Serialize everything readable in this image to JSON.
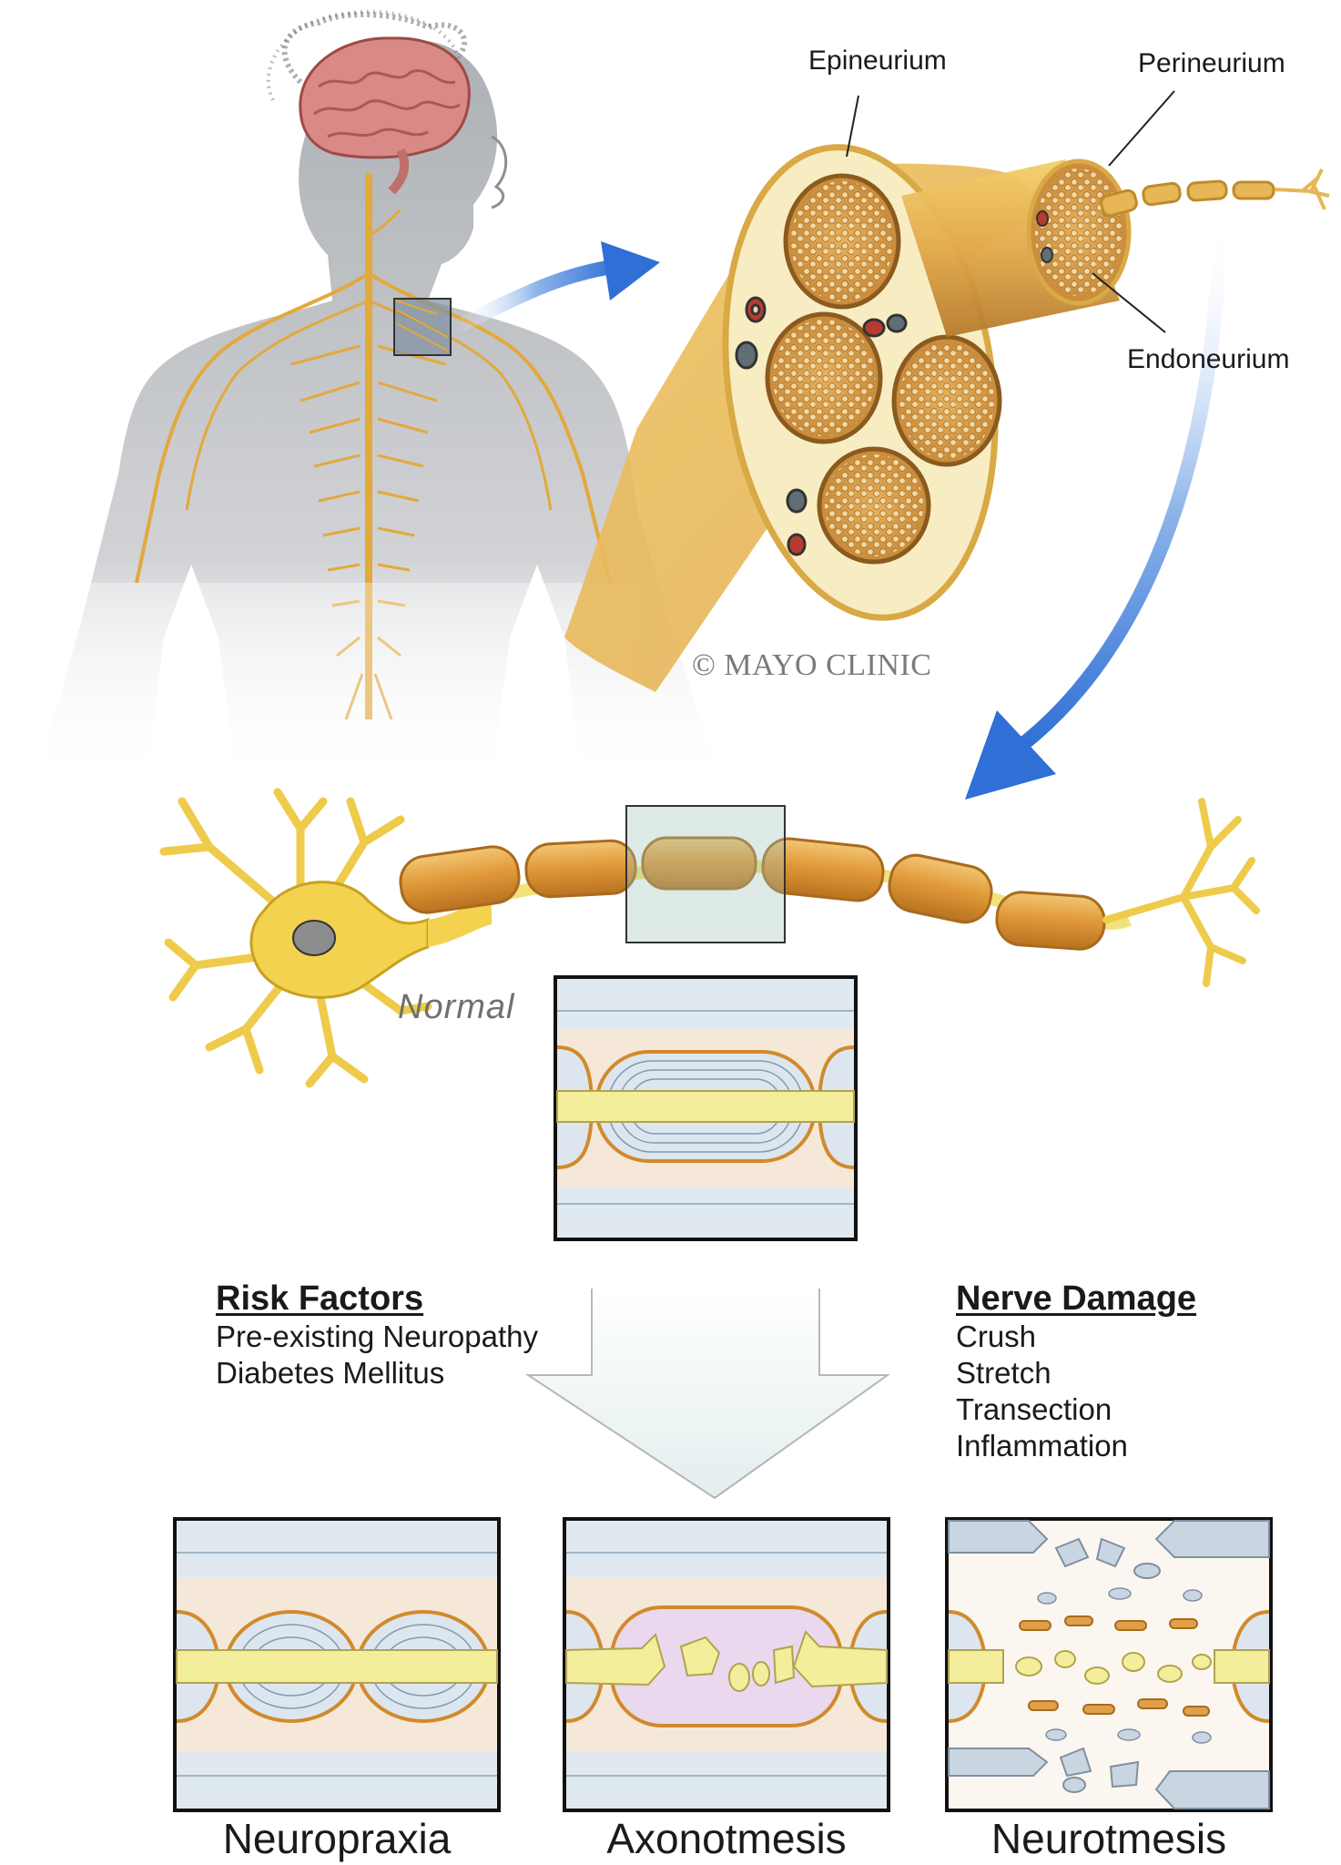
{
  "labels": {
    "epineurium": "Epineurium",
    "perineurium": "Perineurium",
    "endoneurium": "Endoneurium",
    "copyright": "© MAYO CLINIC",
    "normal": "Normal"
  },
  "risk_factors": {
    "heading": "Risk Factors",
    "items": [
      "Pre-existing Neuropathy",
      "Diabetes Mellitus"
    ]
  },
  "nerve_damage": {
    "heading": "Nerve Damage",
    "items": [
      "Crush",
      "Stretch",
      "Transection",
      "Inflammation"
    ]
  },
  "outcomes": [
    "Neuropraxia",
    "Axonotmesis",
    "Neurotmesis"
  ],
  "colors": {
    "nerve_yellow": "#e8b63a",
    "myelin_orange": "#d18a2c",
    "arrow_blue": "#2f6fd6",
    "body_gray": "#b9bcc0",
    "brain_pink": "#d98a86",
    "axon_yellow": "#f2ee9c",
    "panel_bg": "#f6e8d8",
    "sheath_blue": "#c9dbe6",
    "axon_purple": "#ead8ee"
  }
}
